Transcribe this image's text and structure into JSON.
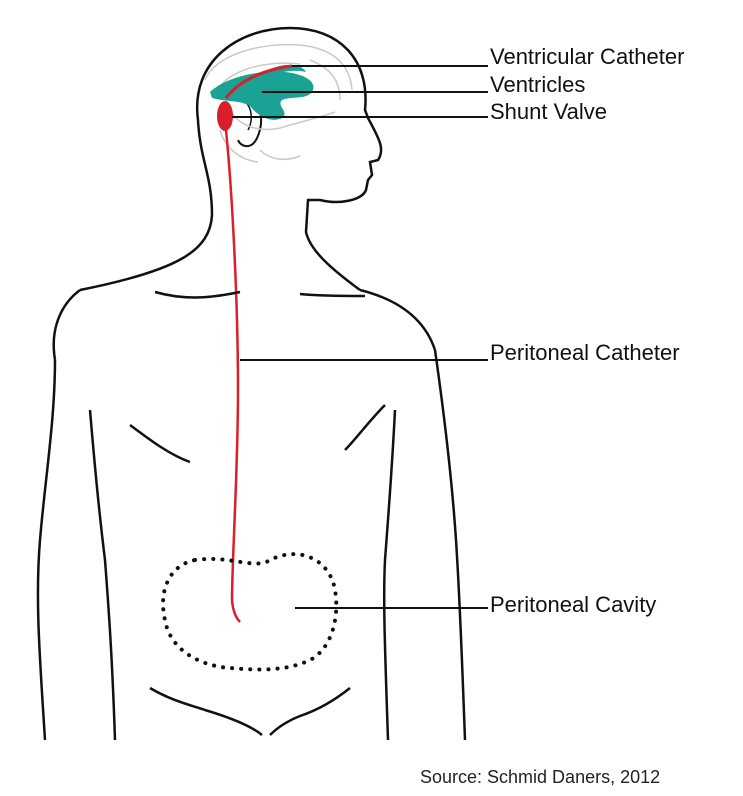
{
  "labels": {
    "ventricular_catheter": "Ventricular Catheter",
    "ventricles": "Ventricles",
    "shunt_valve": "Shunt Valve",
    "peritoneal_catheter": "Peritoneal Catheter",
    "peritoneal_cavity": "Peritoneal Cavity"
  },
  "source": "Source: Schmid Daners, 2012",
  "colors": {
    "outline": "#111111",
    "catheter": "#d81f2a",
    "ventricles": "#1aa294",
    "brain": "#c9c9c9"
  }
}
